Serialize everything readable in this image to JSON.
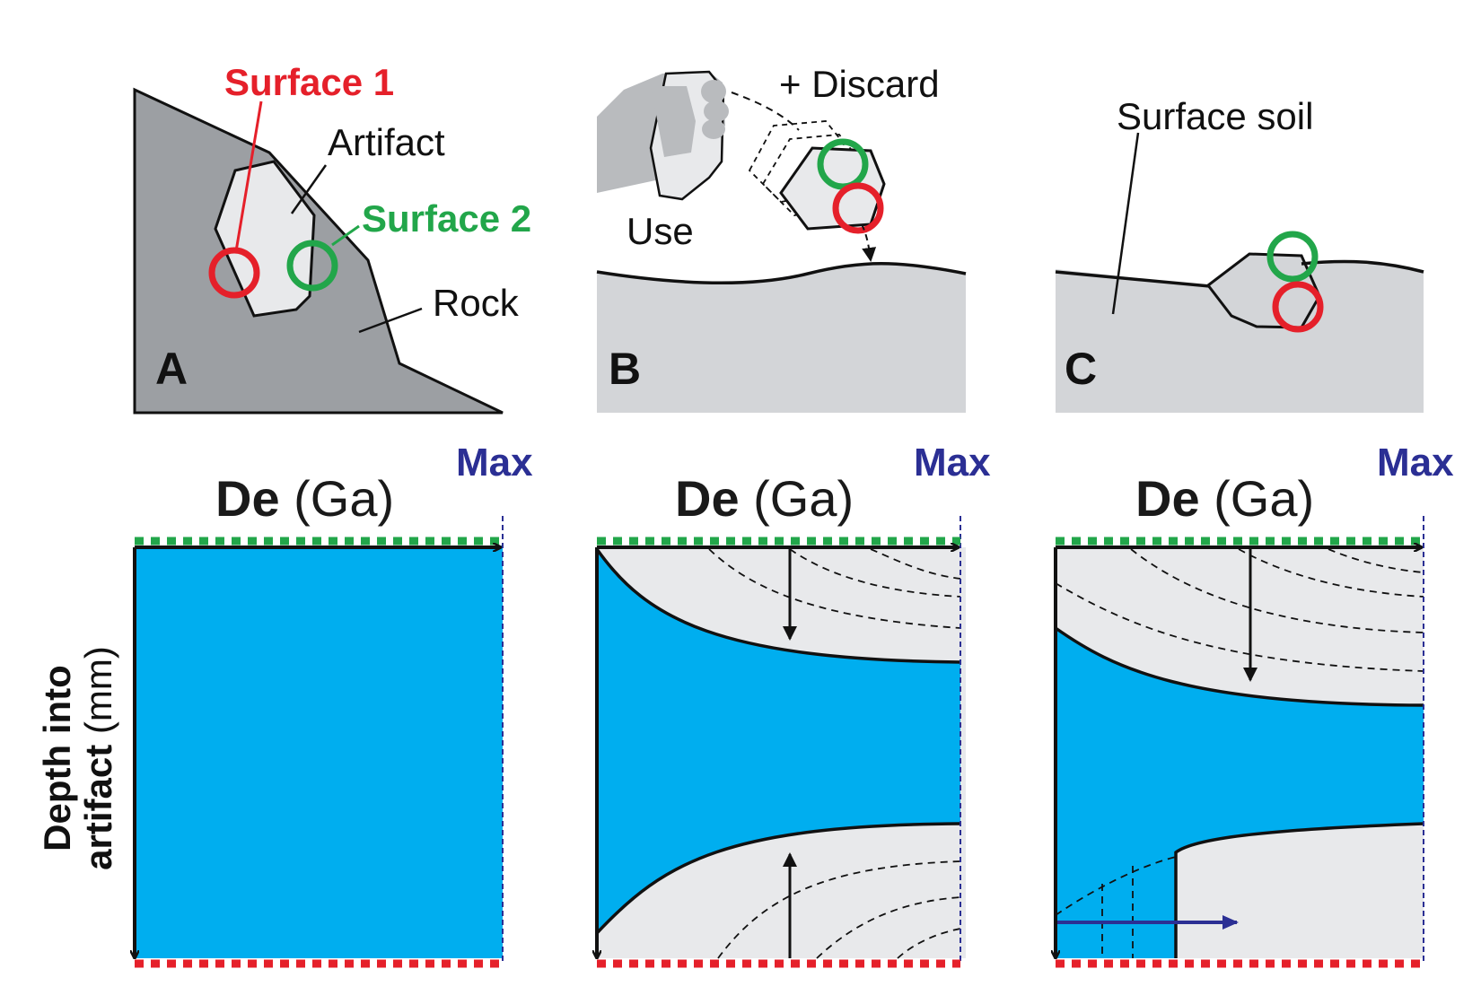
{
  "colors": {
    "rock": "#9c9fa3",
    "soil": "#d3d5d8",
    "artifact": "#e8e9eb",
    "luminescence": "#00aeef",
    "surface1": "#e5202a",
    "surface2": "#22a64a",
    "max": "#2b2f94",
    "ink": "#111111"
  },
  "panels": [
    {
      "letter": "A",
      "labels": {
        "surface1": "Surface 1",
        "surface2": "Surface 2",
        "artifact": "Artifact",
        "rock": "Rock"
      }
    },
    {
      "letter": "B",
      "labels": {
        "discard": "+ Discard",
        "use": "Use"
      }
    },
    {
      "letter": "C",
      "labels": {
        "soil": "Surface soil"
      }
    }
  ],
  "plots": {
    "x_label_bold": "De",
    "x_label_unit": " (Ga)",
    "max_label": "Max",
    "y_label_line1": "Depth into",
    "y_label_line2_bold": "artifact",
    "y_label_line2_unit": " (mm)"
  }
}
